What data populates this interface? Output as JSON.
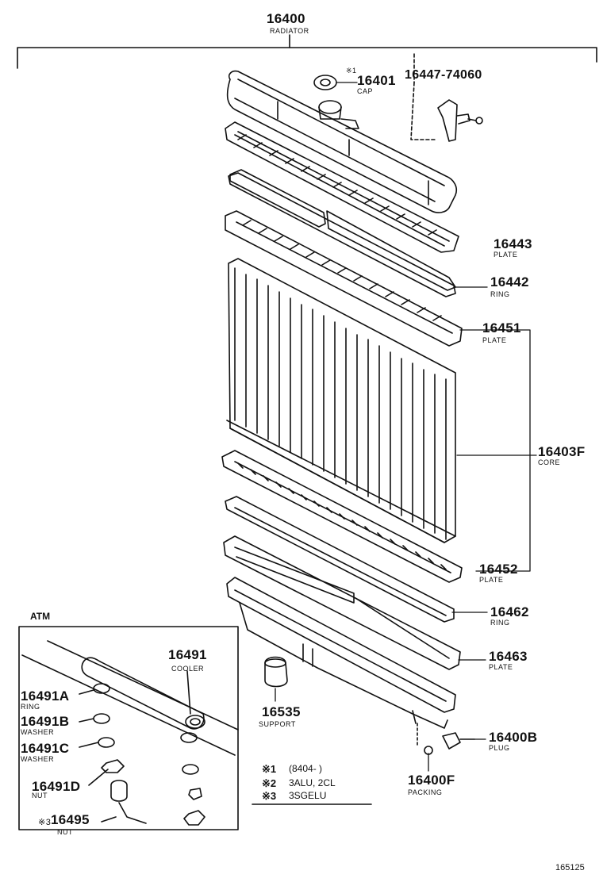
{
  "assembly": {
    "number": "16400",
    "name": "RADIATOR"
  },
  "parts": [
    {
      "id": "p16401",
      "number": "16401",
      "name": "CAP",
      "mark": "※1"
    },
    {
      "id": "p16447",
      "number": "16447-74060",
      "name": ""
    },
    {
      "id": "p16443",
      "number": "16443",
      "name": "PLATE"
    },
    {
      "id": "p16442",
      "number": "16442",
      "name": "RING"
    },
    {
      "id": "p16451",
      "number": "16451",
      "name": "PLATE"
    },
    {
      "id": "p16403F",
      "number": "16403F",
      "name": "CORE"
    },
    {
      "id": "p16452",
      "number": "16452",
      "name": "PLATE"
    },
    {
      "id": "p16462",
      "number": "16462",
      "name": "RING"
    },
    {
      "id": "p16463",
      "number": "16463",
      "name": "PLATE"
    },
    {
      "id": "p16535",
      "number": "16535",
      "name": "SUPPORT"
    },
    {
      "id": "p16400B",
      "number": "16400B",
      "name": "PLUG"
    },
    {
      "id": "p16400F",
      "number": "16400F",
      "name": "PACKING"
    }
  ],
  "atm_section": {
    "title": "ATM",
    "parts": [
      {
        "number": "16491",
        "name": "COOLER"
      },
      {
        "number": "16491A",
        "name": "RING"
      },
      {
        "number": "16491B",
        "name": "WASHER"
      },
      {
        "number": "16491C",
        "name": "WASHER"
      },
      {
        "number": "16491D",
        "name": "NUT"
      },
      {
        "number": "16495",
        "name": "NUT",
        "mark": "※3"
      }
    ]
  },
  "notes": [
    {
      "mark": "※1",
      "text": "(8404-      )"
    },
    {
      "mark": "※2",
      "text": "3ALU, 2CL"
    },
    {
      "mark": "※3",
      "text": "3SGELU"
    }
  ],
  "figure_number": "165125"
}
